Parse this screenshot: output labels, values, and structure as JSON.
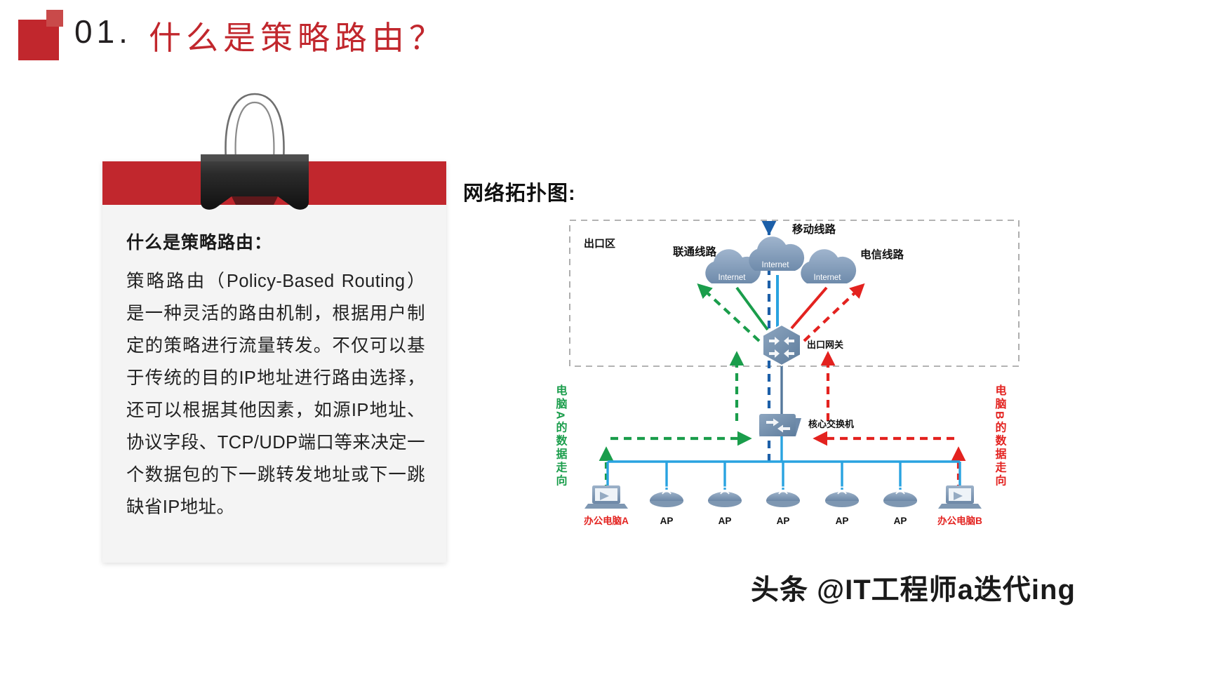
{
  "header": {
    "number": "01.",
    "title": "什么是策略路由？",
    "accent_dark": "#c1272d",
    "accent_light": "#c94a4a"
  },
  "card": {
    "heading": "什么是策略路由：",
    "paragraph": "策略路由（Policy-Based Routing）是一种灵活的路由机制，根据用户制定的策略进行流量转发。不仅可以基于传统的目的IP地址进行路由选择，还可以根据其他因素，如源IP地址、协议字段、TCP/UDP端口等来决定一个数据包的下一跳转发地址或下一跳缺省IP地址。",
    "clip_icon": "binder-clip-icon",
    "bar_color": "#c1272d",
    "bg_color": "#f4f4f4"
  },
  "topology": {
    "title": "网络拓扑图:",
    "zone_label": "出口区",
    "lines": [
      {
        "name": "联通线路",
        "color": "#1a9d4b",
        "cloud_label": "Internet"
      },
      {
        "name": "移动线路",
        "color": "#1f9ad6",
        "cloud_label": "Internet"
      },
      {
        "name": "电信线路",
        "color": "#e3221f",
        "cloud_label": "Internet"
      }
    ],
    "gateway_label": "出口网关",
    "switch_label": "核心交换机",
    "flow_a_label": "电脑A的数据走向",
    "flow_b_label": "电脑B的数据走向",
    "flow_a_color": "#1a9d4b",
    "flow_b_color": "#e3221f",
    "devices": [
      {
        "name": "办公电脑A",
        "type": "laptop",
        "color": "#1a9d4b"
      },
      {
        "name": "AP",
        "type": "ap",
        "color": "#1a1a1a"
      },
      {
        "name": "AP",
        "type": "ap",
        "color": "#1a1a1a"
      },
      {
        "name": "AP",
        "type": "ap",
        "color": "#1a1a1a"
      },
      {
        "name": "AP",
        "type": "ap",
        "color": "#1a1a1a"
      },
      {
        "name": "AP",
        "type": "ap",
        "color": "#1a1a1a"
      },
      {
        "name": "办公电脑B",
        "type": "laptop",
        "color": "#e3221f"
      }
    ]
  },
  "watermark": {
    "text": "头条 @IT工程师a迭代ing"
  }
}
